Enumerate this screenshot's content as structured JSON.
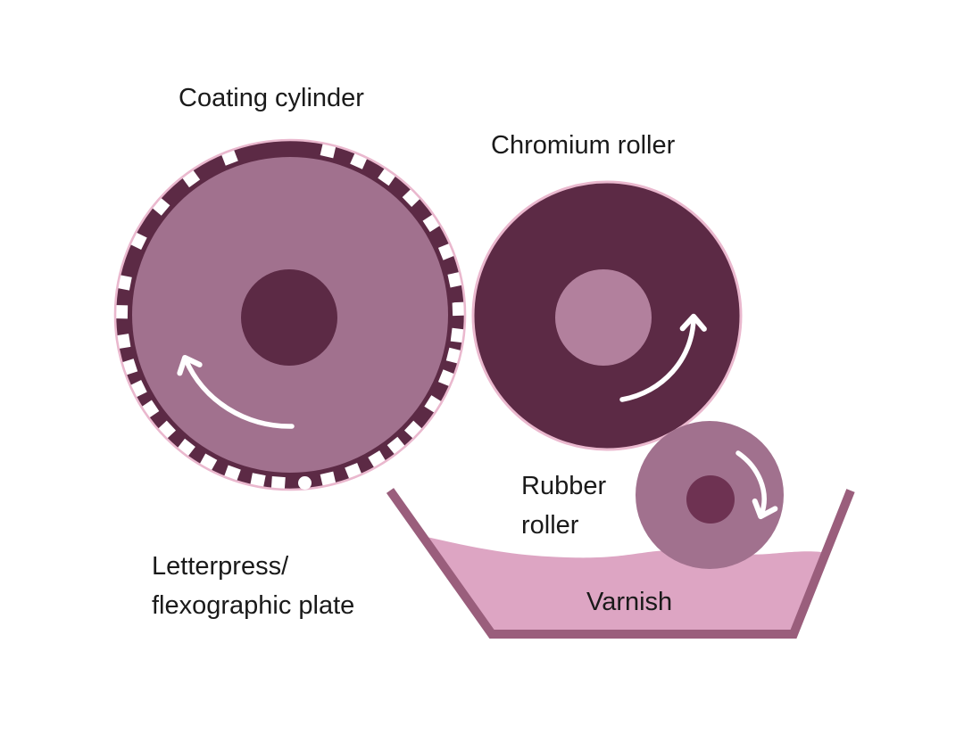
{
  "labels": {
    "coating_cylinder": "Coating cylinder",
    "chromium_roller": "Chromium roller",
    "rubber_roller": {
      "line1": "Rubber",
      "line2": "roller"
    },
    "plate": {
      "line1": "Letterpress/",
      "line2": "flexographic plate"
    },
    "varnish": "Varnish"
  },
  "colors": {
    "dark_plum": "#5c2a45",
    "mauve": "#a1718e",
    "chromium_hub_mauve": "#b2809d",
    "rubber_hub_plum": "#6e3252",
    "outline_pink": "#eab8ce",
    "tray_rose": "#9a5e7c",
    "varnish_pink": "#dda5c3",
    "arrow_white": "#ffffff",
    "text": "#1a1a1a",
    "background": "#ffffff"
  },
  "rotation_arrows": {
    "coating_cylinder": "clockwise",
    "chromium_roller": "counterclockwise",
    "rubber_roller": "clockwise"
  }
}
